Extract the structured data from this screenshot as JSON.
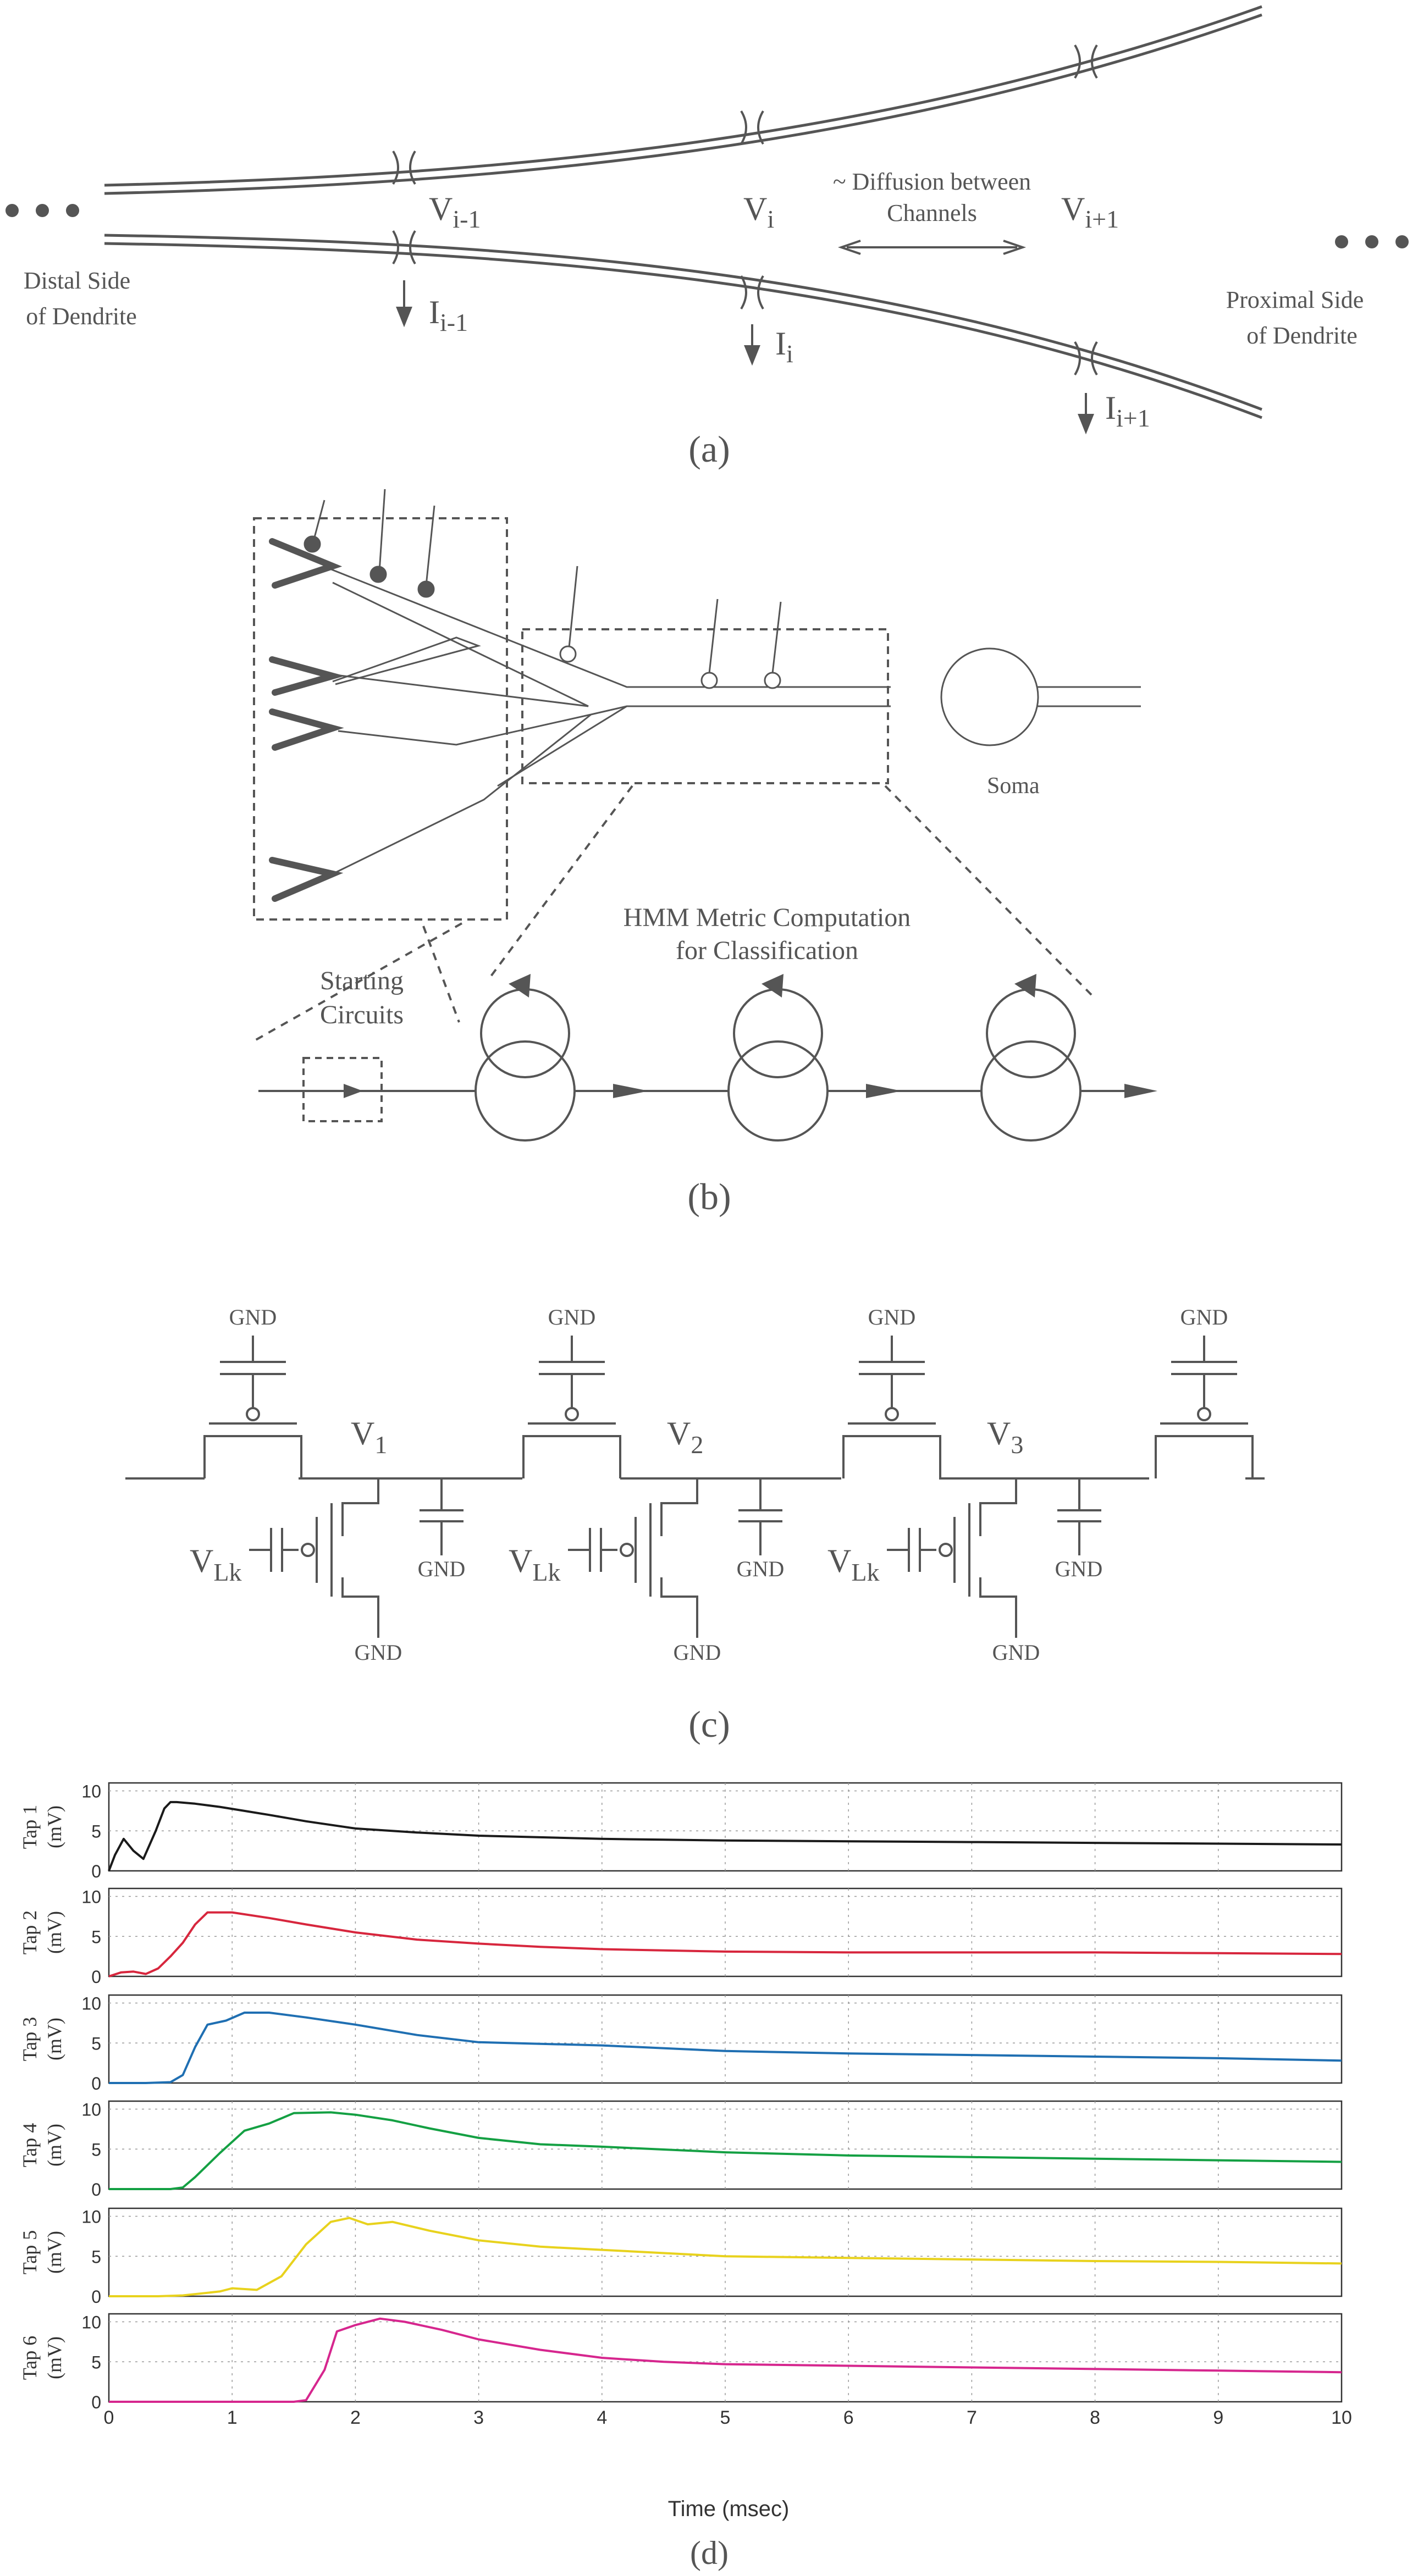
{
  "panel_a": {
    "caption": "(a)",
    "v_prev": "V",
    "v_prev_sub": "i-1",
    "v_cur": "V",
    "v_cur_sub": "i",
    "v_next": "V",
    "v_next_sub": "i+1",
    "i_prev": "I",
    "i_prev_sub": "i-1",
    "i_cur": "I",
    "i_cur_sub": "i",
    "i_next": "I",
    "i_next_sub": "i+1",
    "diffusion_line1": "~ Diffusion between",
    "diffusion_line2": "Channels",
    "distal_line1": "Distal Side",
    "distal_line2": "of Dendrite",
    "proximal_line1": "Proximal Side",
    "proximal_line2": "of Dendrite"
  },
  "panel_b": {
    "caption": "(b)",
    "soma": "Soma",
    "hmm_line1": "HMM Metric Computation",
    "hmm_line2": "for Classification",
    "start_line1": "Starting",
    "start_line2": "Circuits"
  },
  "panel_c": {
    "caption": "(c)",
    "gnd": "GND",
    "vlk": "V",
    "vlk_sub": "Lk",
    "nodes": [
      {
        "label": "V",
        "sub": "1"
      },
      {
        "label": "V",
        "sub": "2"
      },
      {
        "label": "V",
        "sub": "3"
      }
    ]
  },
  "panel_d": {
    "caption": "(d)",
    "xlabel": "Time (msec)",
    "unit": "(mV)",
    "x_ticks": [
      "0",
      "1",
      "2",
      "3",
      "4",
      "5",
      "6",
      "7",
      "8",
      "9",
      "10"
    ],
    "y_ticks": [
      "0",
      "5",
      "10"
    ]
  },
  "chart_data": {
    "type": "line",
    "xlabel": "Time (msec)",
    "xlim": [
      0,
      10
    ],
    "ylim": [
      0,
      11
    ],
    "grid": true,
    "series": [
      {
        "name": "Tap 1",
        "ylabel": "Tap 1\n(mV)",
        "color": "#1a1a1a",
        "x": [
          0,
          0.05,
          0.12,
          0.2,
          0.28,
          0.38,
          0.45,
          0.5,
          0.55,
          0.7,
          0.9,
          1.1,
          1.3,
          1.6,
          2.0,
          2.5,
          3.0,
          3.5,
          4.0,
          4.5,
          5.0,
          6.0,
          7.0,
          8.0,
          9.0,
          10.0
        ],
        "y": [
          0,
          2.0,
          4.0,
          2.5,
          1.5,
          5.0,
          7.8,
          8.6,
          8.6,
          8.4,
          8.0,
          7.5,
          7.0,
          6.2,
          5.3,
          4.8,
          4.4,
          4.2,
          4.0,
          3.9,
          3.8,
          3.7,
          3.6,
          3.5,
          3.4,
          3.3
        ]
      },
      {
        "name": "Tap 2",
        "ylabel": "Tap 2\n(mV)",
        "color": "#d7263d",
        "x": [
          0,
          0.1,
          0.2,
          0.3,
          0.4,
          0.5,
          0.6,
          0.7,
          0.8,
          1.0,
          1.3,
          1.6,
          2.0,
          2.5,
          3.0,
          3.5,
          4.0,
          5.0,
          6.0,
          7.0,
          8.0,
          9.0,
          10.0
        ],
        "y": [
          0,
          0.5,
          0.6,
          0.3,
          1.0,
          2.5,
          4.2,
          6.5,
          8.0,
          8.0,
          7.3,
          6.5,
          5.5,
          4.6,
          4.1,
          3.7,
          3.4,
          3.1,
          3.0,
          3.0,
          3.0,
          2.9,
          2.8
        ]
      },
      {
        "name": "Tap 3",
        "ylabel": "Tap 3\n(mV)",
        "color": "#1f6fb2",
        "x": [
          0,
          0.3,
          0.5,
          0.6,
          0.7,
          0.8,
          0.95,
          1.1,
          1.3,
          1.6,
          2.0,
          2.5,
          3.0,
          3.5,
          4.0,
          5.0,
          6.0,
          7.0,
          8.0,
          9.0,
          10.0
        ],
        "y": [
          0,
          0,
          0.1,
          1.0,
          4.5,
          7.3,
          7.8,
          8.8,
          8.8,
          8.2,
          7.3,
          6.0,
          5.1,
          4.9,
          4.7,
          4.0,
          3.7,
          3.5,
          3.3,
          3.1,
          2.8
        ]
      },
      {
        "name": "Tap 4",
        "ylabel": "Tap 4\n(mV)",
        "color": "#14a043",
        "x": [
          0,
          0.5,
          0.6,
          0.7,
          0.9,
          1.1,
          1.3,
          1.5,
          1.8,
          2.0,
          2.3,
          2.6,
          3.0,
          3.5,
          4.0,
          5.0,
          6.0,
          7.0,
          8.0,
          9.0,
          10.0
        ],
        "y": [
          0,
          0,
          0.2,
          1.5,
          4.5,
          7.3,
          8.2,
          9.5,
          9.6,
          9.3,
          8.6,
          7.6,
          6.4,
          5.6,
          5.3,
          4.6,
          4.2,
          4.0,
          3.8,
          3.6,
          3.4
        ]
      },
      {
        "name": "Tap 5",
        "ylabel": "Tap 5\n(mV)",
        "color": "#e8d21d",
        "x": [
          0,
          0.4,
          0.6,
          0.9,
          1.0,
          1.2,
          1.4,
          1.6,
          1.8,
          1.95,
          2.1,
          2.3,
          2.6,
          3.0,
          3.5,
          4.0,
          5.0,
          6.0,
          7.0,
          8.0,
          9.0,
          10.0
        ],
        "y": [
          0,
          0,
          0.1,
          0.6,
          1.0,
          0.8,
          2.5,
          6.5,
          9.3,
          9.8,
          9.0,
          9.3,
          8.2,
          7.0,
          6.2,
          5.8,
          5.0,
          4.8,
          4.6,
          4.4,
          4.3,
          4.1
        ]
      },
      {
        "name": "Tap 6",
        "ylabel": "Tap 6\n(mV)",
        "color": "#d6268e",
        "x": [
          0,
          1.5,
          1.6,
          1.75,
          1.85,
          2.0,
          2.2,
          2.4,
          2.7,
          3.0,
          3.5,
          4.0,
          4.5,
          5.0,
          6.0,
          7.0,
          8.0,
          9.0,
          10.0
        ],
        "y": [
          0,
          0,
          0.2,
          4.0,
          8.8,
          9.6,
          10.4,
          10.0,
          9.0,
          7.8,
          6.5,
          5.5,
          5.0,
          4.7,
          4.5,
          4.3,
          4.1,
          3.9,
          3.7
        ]
      }
    ]
  }
}
